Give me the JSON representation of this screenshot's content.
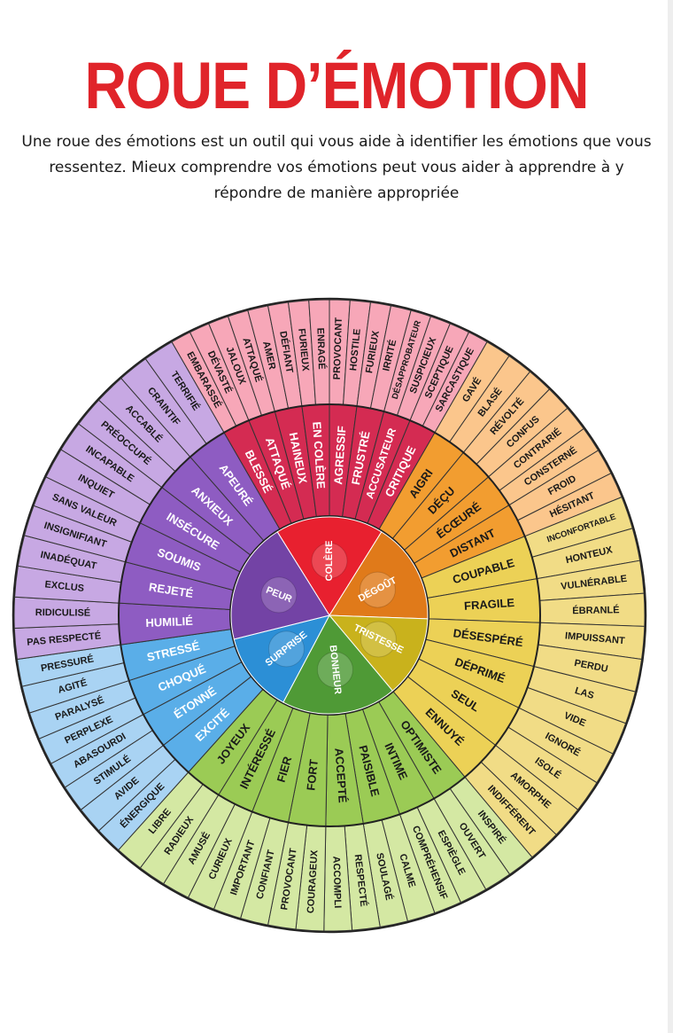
{
  "title": "ROUE D’ÉMOTION",
  "subtitle": "Une roue des émotions est un outil qui vous aide à identifier les émotions que vous ressentez. Mieux comprendre vos émotions peut vous aider à apprendre à y répondre de manière appropriée",
  "wheel": {
    "core": [
      {
        "label": "COLÈRE",
        "color": "#e8202f"
      },
      {
        "label": "DÉGOÛT",
        "color": "#e07a1a"
      },
      {
        "label": "TRISTESSE",
        "color": "#c9b21c"
      },
      {
        "label": "BONHEUR",
        "color": "#4f9a36"
      },
      {
        "label": "SURPRISE",
        "color": "#2c8fd6"
      },
      {
        "label": "PEUR",
        "color": "#7343a5"
      }
    ],
    "groups": [
      {
        "name": "colere",
        "mid_color": "#d42b52",
        "outer_color": "#f7a7b8",
        "middle": [
          "BLESSÉ",
          "ATTAQUÉ",
          "HAINEUX",
          "EN COLÈRE",
          "AGRESSIF",
          "FRUSTRÉ",
          "ACCUSATEUR",
          "CRITIQUE"
        ],
        "outer": [
          "EMBARASSÉ",
          "DÉVASTÉ",
          "JALOUX",
          "ATTAQUÉ",
          "AMER",
          "DÉFIANT",
          "FURIEUX",
          "ENRAGÉ",
          "PROVOCANT",
          "HOSTILE",
          "FURIEUX",
          "IRRITÉ",
          "DÉSAPPROBATEUR",
          "SUSPICIEUX",
          "SCEPTIQUE",
          "SARCASTIQUE"
        ]
      },
      {
        "name": "degout",
        "mid_color": "#f29d30",
        "outer_color": "#fbc68c",
        "middle": [
          "AIGRI",
          "DÉÇU",
          "ÉCŒURÉ",
          "DISTANT"
        ],
        "outer": [
          "GAVÉ",
          "BLASÉ",
          "RÉVOLTÉ",
          "CONFUS",
          "CONTRARIÉ",
          "CONSTERNÉ",
          "FROID",
          "HÉSITANT"
        ]
      },
      {
        "name": "tristesse",
        "mid_color": "#ecd156",
        "outer_color": "#f1dc86",
        "middle": [
          "COUPABLE",
          "FRAGILE",
          "DÉSESPÉRÉ",
          "DÉPRIMÉ",
          "SEUL",
          "ENNUYÉ"
        ],
        "outer": [
          "INCONFORTABLE",
          "HONTEUX",
          "VULNÉRABLE",
          "ÉBRANLÉ",
          "IMPUISSANT",
          "PERDU",
          "LAS",
          "VIDE",
          "IGNORÉ",
          "ISOLÉ",
          "AMORPHE",
          "INDIFFÉRENT"
        ]
      },
      {
        "name": "bonheur",
        "mid_color": "#9bcb55",
        "outer_color": "#d4e8a3",
        "middle": [
          "OPTIMISTE",
          "INTIME",
          "PAISIBLE",
          "ACCEPTÉ",
          "FORT",
          "FIER",
          "INTÉRESSÉ",
          "JOYEUX"
        ],
        "outer": [
          "INSPIRÉ",
          "OUVERT",
          "ESPIÈGLE",
          "COMPRÉHENSIF",
          "CALME",
          "SOULAGÉ",
          "RESPECTÉ",
          "ACCOMPLI",
          "COURAGEUX",
          "PROVOCANT",
          "CONFIANT",
          "IMPORTANT",
          "CURIEUX",
          "AMUSÉ",
          "RADIEUX",
          "LIBRE"
        ]
      },
      {
        "name": "surprise",
        "mid_color": "#5aaee8",
        "outer_color": "#a9d3f3",
        "middle": [
          "EXCITÉ",
          "ÉTONNÉ",
          "CHOQUÉ",
          "STRESSÉ"
        ],
        "outer": [
          "ÉNERGIQUE",
          "AVIDE",
          "STIMULÉ",
          "ABASOURDI",
          "PERPLEXE",
          "PARALYSÉ",
          "AGITÉ",
          "PRESSURÉ"
        ]
      },
      {
        "name": "peur",
        "mid_color": "#8e5cc2",
        "outer_color": "#c7a8e3",
        "middle": [
          "HUMILIÉ",
          "REJETÉ",
          "SOUMIS",
          "INSÉCURE",
          "ANXIEUX",
          "APEURÉ"
        ],
        "outer": [
          "PAS RESPECTÉ",
          "RIDICULISÉ",
          "EXCLUS",
          "INADÉQUAT",
          "INSIGNIFIANT",
          "SANS VALEUR",
          "INQUIET",
          "INCAPABLE",
          "PRÉOCCUPÉ",
          "ACCABLÉ",
          "CRAINTIF",
          "TERRIFIÉ"
        ]
      }
    ]
  }
}
